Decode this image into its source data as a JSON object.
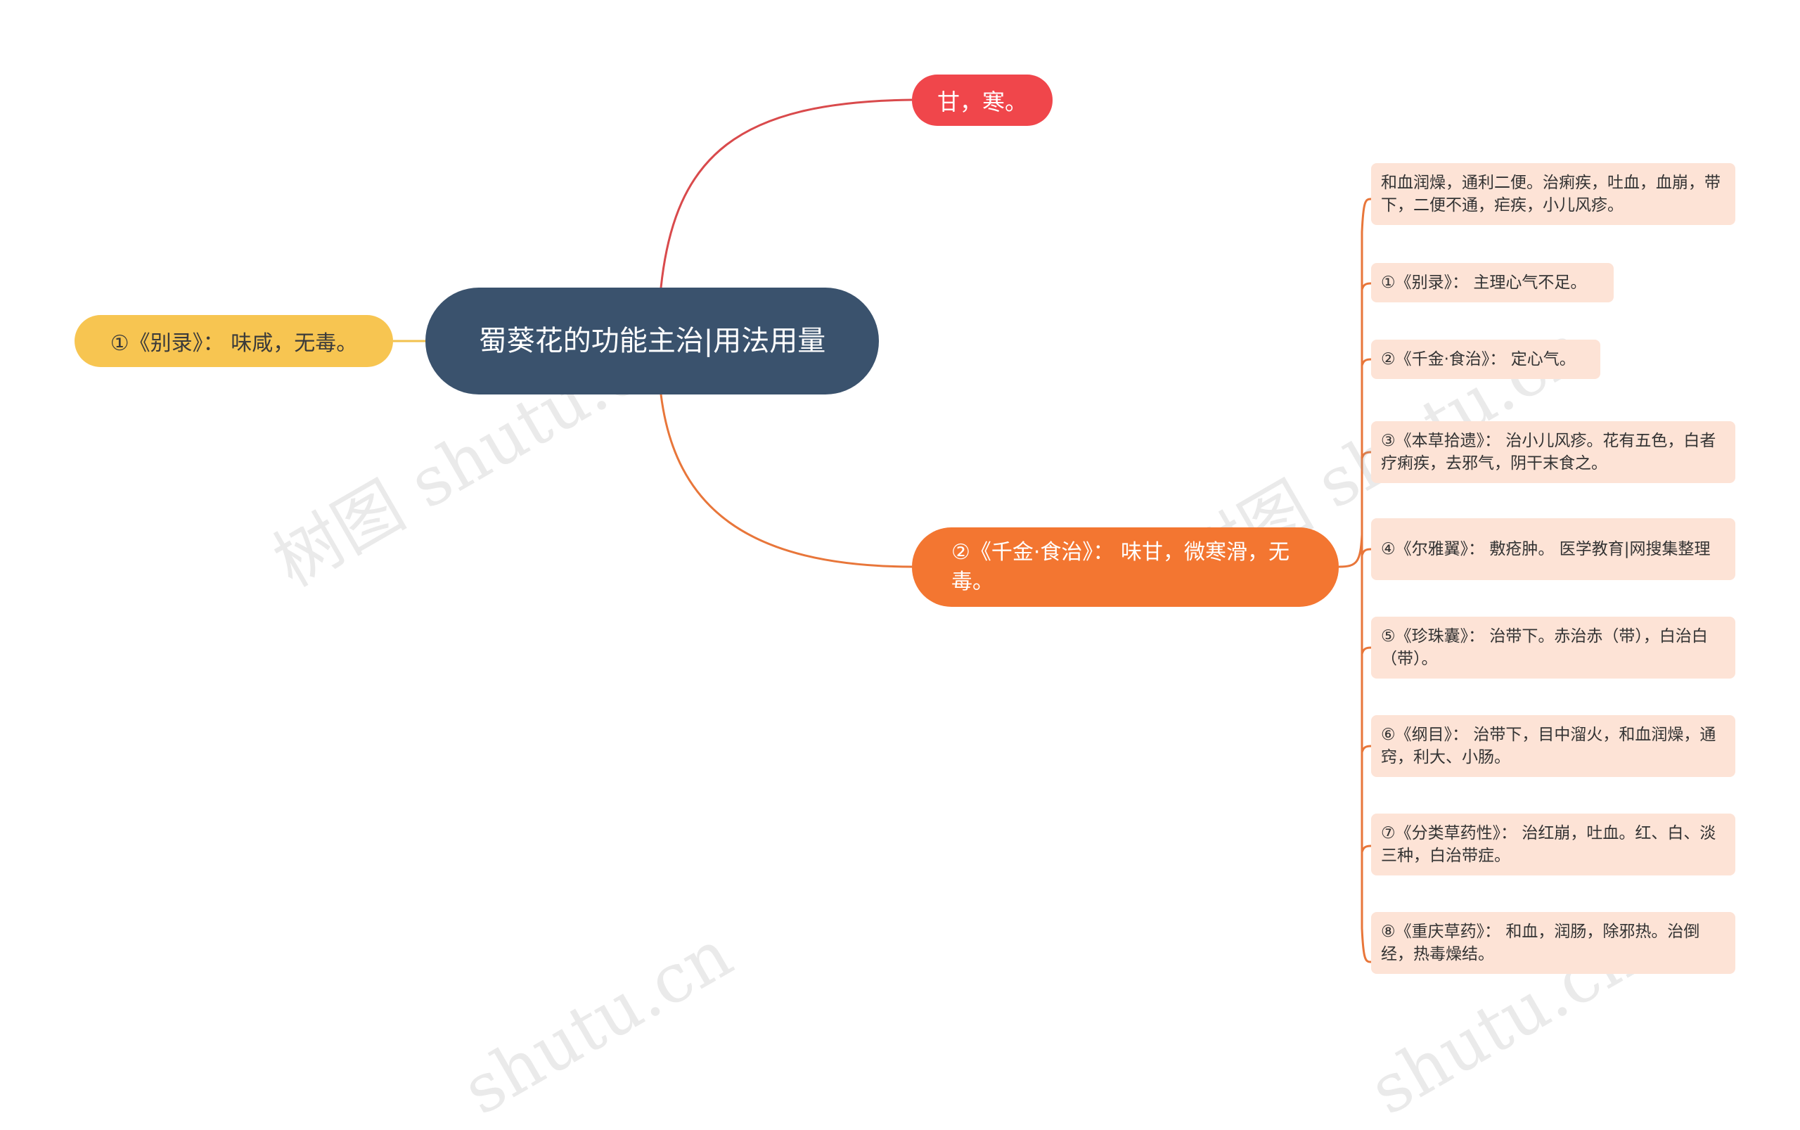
{
  "root": {
    "title": "蜀葵花的功能主治|用法用量"
  },
  "branches": {
    "top": "甘，寒。",
    "left": "①《别录》：  味咸，无毒。",
    "main": "②《千金·食治》：  味甘，微寒滑，无毒。"
  },
  "leaves": [
    "和血润燥，通利二便。治痢疾，吐血，血崩，带下，二便不通，疟疾，小儿风疹。",
    "①《别录》：  主理心气不足。",
    "②《千金·食治》：  定心气。",
    "③《本草拾遗》：  治小儿风疹。花有五色，白者疗痢疾，去邪气，阴干末食之。",
    "④《尔雅翼》：  敷疮肿。   医学教育|网搜集整理",
    "⑤《珍珠囊》：  治带下。赤治赤（带），白治白（带）。",
    "⑥《纲目》：  治带下，目中溜火，和血润燥，通窍，利大、小肠。",
    "⑦《分类草药性》：  治红崩，吐血。红、白、淡三种，白治带症。",
    "⑧《重庆草药》：  和血，润肠，除邪热。治倒经，热毒燥结。"
  ],
  "watermarks": [
    "树图 shutu.cn",
    "树图 shutu.cn",
    "shutu.cn",
    "shutu.cn"
  ],
  "colors": {
    "root": "#3a526d",
    "top": "#f0464b",
    "left": "#f7c551",
    "main": "#f37631",
    "leaf": "#fde3d6"
  }
}
